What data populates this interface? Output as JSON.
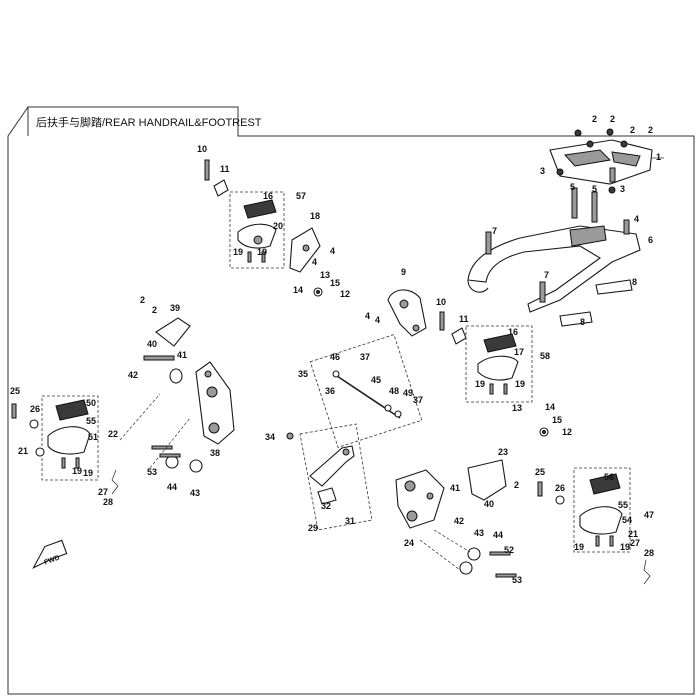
{
  "title": "后扶手与脚踏/REAR HANDRAIL&FOOTREST",
  "fwd_label": "FWD",
  "callouts": [
    {
      "label": "1"
    },
    {
      "label": "2"
    },
    {
      "label": "2"
    },
    {
      "label": "2"
    },
    {
      "label": "2"
    },
    {
      "label": "3"
    },
    {
      "label": "3"
    },
    {
      "label": "5"
    },
    {
      "label": "5"
    },
    {
      "label": "4"
    },
    {
      "label": "6"
    },
    {
      "label": "7"
    },
    {
      "label": "7"
    },
    {
      "label": "8"
    },
    {
      "label": "8"
    },
    {
      "label": "10"
    },
    {
      "label": "11"
    },
    {
      "label": "16"
    },
    {
      "label": "57"
    },
    {
      "label": "20"
    },
    {
      "label": "18"
    },
    {
      "label": "4"
    },
    {
      "label": "4"
    },
    {
      "label": "19"
    },
    {
      "label": "19"
    },
    {
      "label": "13"
    },
    {
      "label": "14"
    },
    {
      "label": "15"
    },
    {
      "label": "12"
    },
    {
      "label": "9"
    },
    {
      "label": "4"
    },
    {
      "label": "4"
    },
    {
      "label": "10"
    },
    {
      "label": "11"
    },
    {
      "label": "16"
    },
    {
      "label": "17"
    },
    {
      "label": "58"
    },
    {
      "label": "19"
    },
    {
      "label": "19"
    },
    {
      "label": "13"
    },
    {
      "label": "14"
    },
    {
      "label": "15"
    },
    {
      "label": "12"
    },
    {
      "label": "2"
    },
    {
      "label": "2"
    },
    {
      "label": "39"
    },
    {
      "label": "40"
    },
    {
      "label": "41"
    },
    {
      "label": "42"
    },
    {
      "label": "38"
    },
    {
      "label": "25"
    },
    {
      "label": "26"
    },
    {
      "label": "50"
    },
    {
      "label": "55"
    },
    {
      "label": "51"
    },
    {
      "label": "22"
    },
    {
      "label": "21"
    },
    {
      "label": "19"
    },
    {
      "label": "19"
    },
    {
      "label": "27"
    },
    {
      "label": "28"
    },
    {
      "label": "53"
    },
    {
      "label": "44"
    },
    {
      "label": "43"
    },
    {
      "label": "35"
    },
    {
      "label": "46"
    },
    {
      "label": "37"
    },
    {
      "label": "45"
    },
    {
      "label": "36"
    },
    {
      "label": "48"
    },
    {
      "label": "49"
    },
    {
      "label": "37"
    },
    {
      "label": "34"
    },
    {
      "label": "32"
    },
    {
      "label": "31"
    },
    {
      "label": "29"
    },
    {
      "label": "23"
    },
    {
      "label": "41"
    },
    {
      "label": "2"
    },
    {
      "label": "42"
    },
    {
      "label": "40"
    },
    {
      "label": "24"
    },
    {
      "label": "43"
    },
    {
      "label": "44"
    },
    {
      "label": "52"
    },
    {
      "label": "53"
    },
    {
      "label": "25"
    },
    {
      "label": "26"
    },
    {
      "label": "56"
    },
    {
      "label": "55"
    },
    {
      "label": "54"
    },
    {
      "label": "47"
    },
    {
      "label": "21"
    },
    {
      "label": "19"
    },
    {
      "label": "19"
    },
    {
      "label": "27"
    },
    {
      "label": "28"
    }
  ]
}
